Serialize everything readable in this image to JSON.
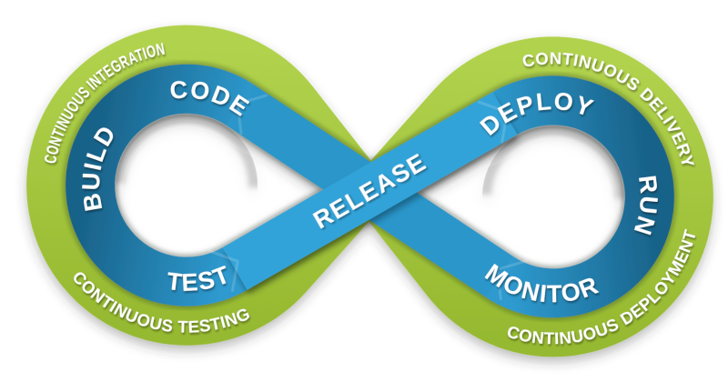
{
  "diagram": {
    "type": "devops-infinity-loop",
    "stages": [
      {
        "id": "code",
        "label": "CODE",
        "position": "left-loop-top"
      },
      {
        "id": "build",
        "label": "BUILD",
        "position": "left-loop-left"
      },
      {
        "id": "test",
        "label": "TEST",
        "position": "left-loop-bottom"
      },
      {
        "id": "release",
        "label": "RELEASE",
        "position": "center-crossing"
      },
      {
        "id": "deploy",
        "label": "DEPLOY",
        "position": "right-loop-top"
      },
      {
        "id": "run",
        "label": "RUN",
        "position": "right-loop-right"
      },
      {
        "id": "monitor",
        "label": "MONITOR",
        "position": "right-loop-bottom"
      }
    ],
    "practices": [
      {
        "id": "continuous-integration",
        "label": "CONTINUOUS INTEGRATION",
        "position": "outer-top-left"
      },
      {
        "id": "continuous-testing",
        "label": "CONTINUOUS TESTING",
        "position": "outer-bottom-left"
      },
      {
        "id": "continuous-delivery",
        "label": "CONTINUOUS DELIVERY",
        "position": "outer-top-right"
      },
      {
        "id": "continuous-deployment",
        "label": "CONTINUOUS DEPLOYMENT",
        "position": "outer-bottom-right"
      }
    ],
    "colors": {
      "background": "#ffffff",
      "green": "#a5c73e",
      "green_light": "#b1d24d",
      "green_dark": "#96b930",
      "blue_band_front": "#32a3d8",
      "blue_band_back": "#2a96ca",
      "blue_ring_dark": "#186289",
      "blue_ring_light": "#2e9acf",
      "label_text": "#ffffff"
    }
  }
}
